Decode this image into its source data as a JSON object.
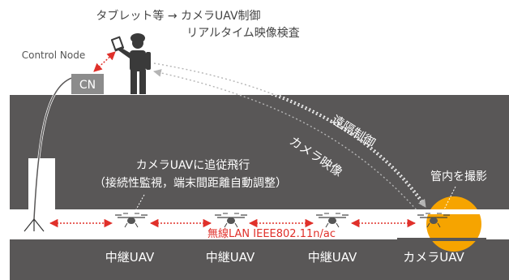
{
  "header": {
    "line1": "タブレット等 → カメラUAV制御",
    "line2": "リアルタイム映像検査"
  },
  "control_node": {
    "label": "Control Node",
    "box_label": "CN"
  },
  "pipe_labels": {
    "remote_control": "遠隔制御",
    "camera_video": "カメラ映像"
  },
  "follow_note": {
    "line1": "カメラUAVに追従飛行",
    "line2": "（接続性監視，端末間距離自動調整）"
  },
  "capture_label": "管内を撮影",
  "wireless_label": "無線LAN IEEE802.11n/ac",
  "uavs": [
    {
      "label": "中継UAV"
    },
    {
      "label": "中継UAV"
    },
    {
      "label": "中継UAV"
    },
    {
      "label": "カメラUAV"
    }
  ],
  "colors": {
    "pipe": "#595757",
    "link_red": "#e0302a",
    "highlight": "#f6a400",
    "dotted": "#b5b5b5",
    "text_dark": "#333333",
    "text_light": "#ffffff",
    "node_box": "#8c8c8c"
  },
  "icons": [
    "tablet-operator-icon",
    "drone-icon",
    "antenna-tripod-icon"
  ]
}
